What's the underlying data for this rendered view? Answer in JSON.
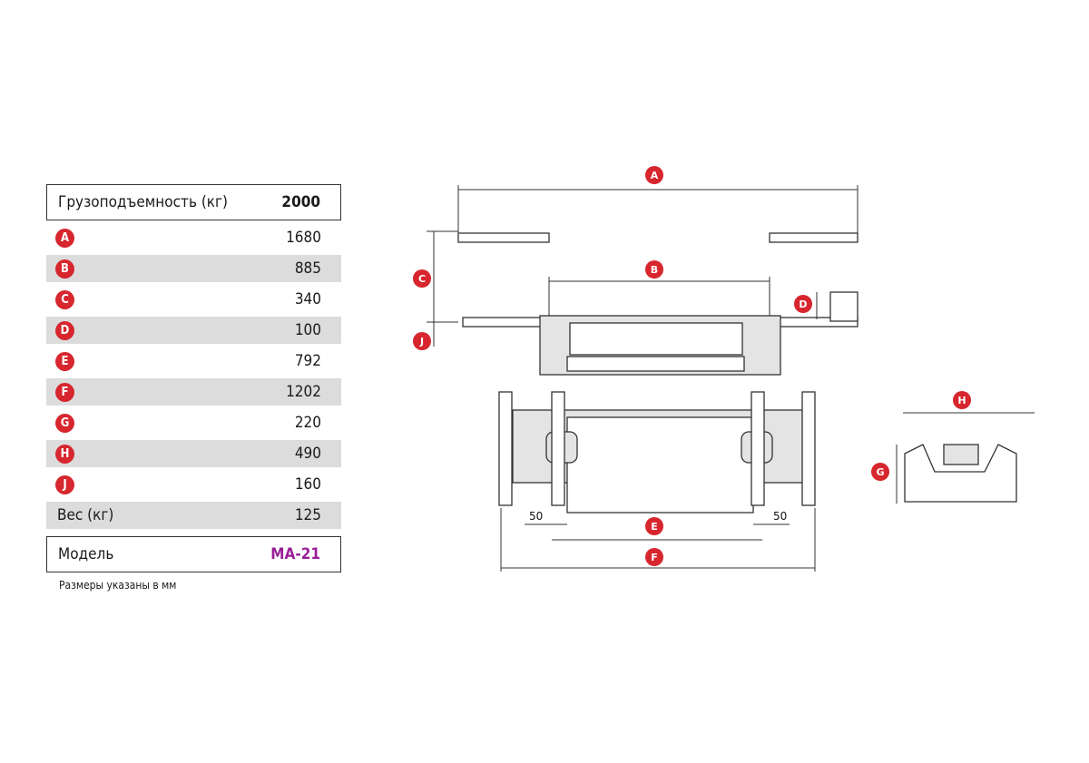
{
  "spec_table": {
    "capacity_label": "Грузоподъемность (кг)",
    "capacity_value": "2000",
    "rows": [
      {
        "key": "A",
        "value": "1680"
      },
      {
        "key": "B",
        "value": "885"
      },
      {
        "key": "C",
        "value": "340"
      },
      {
        "key": "D",
        "value": "100"
      },
      {
        "key": "E",
        "value": "792"
      },
      {
        "key": "F",
        "value": "1202"
      },
      {
        "key": "G",
        "value": "220"
      },
      {
        "key": "H",
        "value": "490"
      },
      {
        "key": "J",
        "value": "160"
      }
    ],
    "weight_label": "Вес (кг)",
    "weight_value": "125",
    "model_label": "Модель",
    "model_value": "MA-21",
    "note": "Размеры указаны в мм"
  },
  "drawing": {
    "markers": [
      "A",
      "B",
      "C",
      "D",
      "E",
      "F",
      "G",
      "H",
      "J"
    ],
    "offset_left": "50",
    "offset_right": "50"
  },
  "colors": {
    "marker": "#d7262e",
    "model": "#9b1d97",
    "shade": "#dcdcdc"
  }
}
